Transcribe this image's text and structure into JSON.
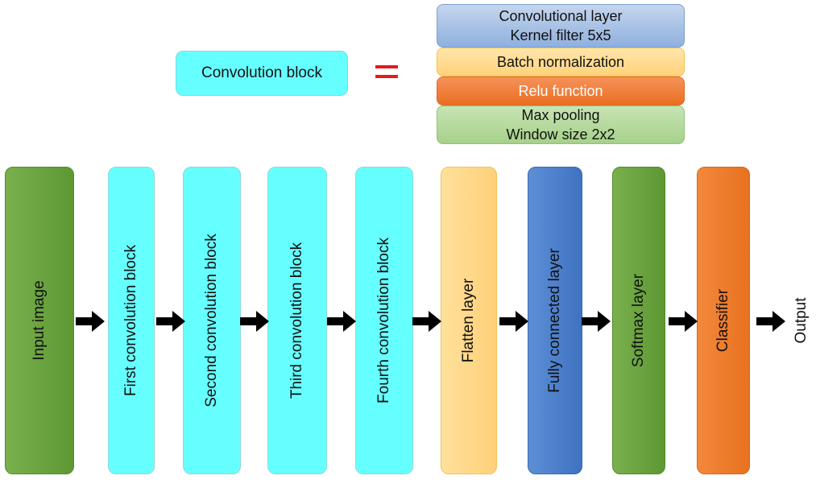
{
  "legend": {
    "block_label": "Convolution block",
    "stack": [
      "Convolutional layer\nKernel filter 5x5",
      "Batch normalization",
      "Relu function",
      "Max pooling\nWindow size 2x2"
    ]
  },
  "pipeline": {
    "stages": [
      "Input image",
      "First convolution block",
      "Second convolution block",
      "Third convolution block",
      "Fourth convolution block",
      "Flatten layer",
      "Fully connected layer",
      "Softmax layer",
      "Classifier"
    ],
    "output_label": "Output"
  },
  "colors": {
    "convolution_block": "#66ffff",
    "equivalence_sign": "#e8191c",
    "input": "#6aa33f",
    "flatten": "#ffd98a",
    "fully_connected": "#4a7ecb",
    "softmax": "#6aa33f",
    "classifier": "#ee7b2c",
    "arrow": "#000000"
  }
}
